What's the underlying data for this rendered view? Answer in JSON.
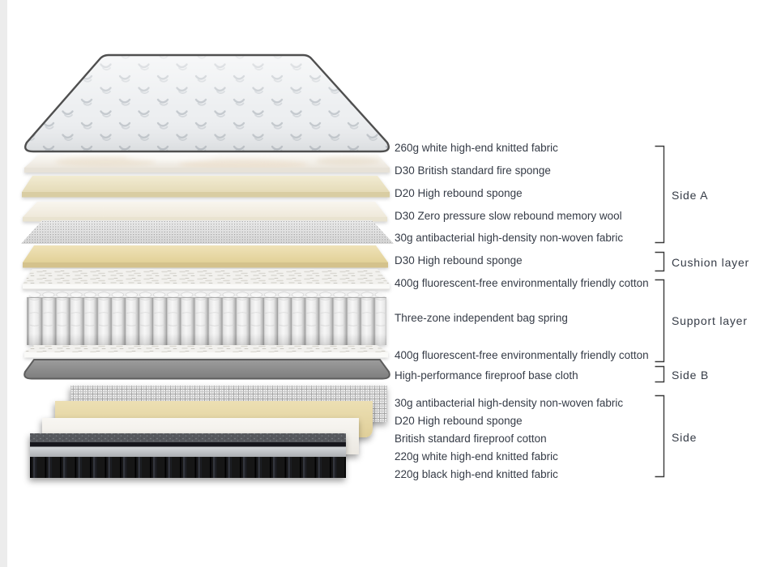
{
  "diagram": {
    "groups": [
      {
        "name": "Side A",
        "layers": [
          "260g white high-end knitted fabric",
          "D30 British standard fire sponge",
          "D20 High rebound sponge",
          "D30 Zero pressure slow rebound memory wool",
          "30g antibacterial high-density non-woven fabric"
        ]
      },
      {
        "name": "Cushion layer",
        "layers": [
          "D30 High rebound sponge"
        ]
      },
      {
        "name": "Support layer",
        "layers": [
          "400g fluorescent-free environmentally friendly cotton",
          "Three-zone independent bag spring",
          "400g fluorescent-free environmentally friendly cotton"
        ]
      },
      {
        "name": "Side B",
        "layers": [
          "High-performance fireproof base cloth"
        ]
      },
      {
        "name": "Side",
        "layers": [
          "30g antibacterial high-density non-woven fabric",
          "D20 High rebound sponge",
          "British standard fireproof cotton",
          "220g white high-end knitted fabric",
          "220g black high-end knitted fabric"
        ]
      }
    ],
    "colors": {
      "label_text": "#353b46",
      "bracket": "#3b3b3b",
      "quilt_fabric": "#edeff1",
      "fire_sponge_white": "#f6f3ee",
      "sponge_beige": "#ebe1c0",
      "memory_wool": "#f5f1e5",
      "nonwoven_mesh_gray": "#d9d9d9",
      "sponge_tan": "#e8d9a8",
      "cotton_white": "#f2f1ee",
      "spring_white": "#ededed",
      "base_cloth_gray": "#8d8d8d",
      "knitted_white_silver": "#c4c7ca",
      "knitted_black": "#141519"
    }
  }
}
